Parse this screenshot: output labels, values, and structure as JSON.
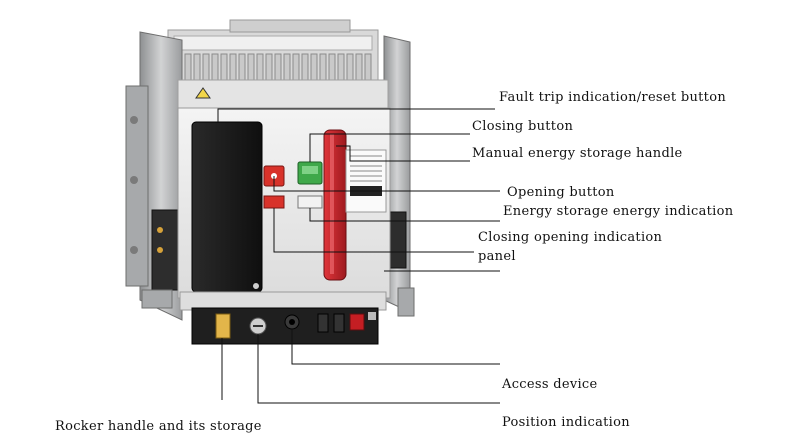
{
  "labels": {
    "fault_trip": "Fault trip indication/reset button",
    "closing_button": "Closing button",
    "manual_handle": "Manual energy storage handle",
    "opening_button": "Opening button",
    "energy_indication": "Energy storage energy indication",
    "closing_opening_line1": "Closing opening indication",
    "closing_opening_line2": "panel",
    "access_device": "Access device",
    "position_indication": "Position indication",
    "rocker_handle": "Rocker handle and its storage"
  },
  "colors": {
    "red_button": "#d8322a",
    "green_button": "#3fa84a",
    "handle_red": "#c4242a",
    "front_panel": "#ececec",
    "black_cover": "#1b1b1b",
    "frame_metal": "#b8b9ba"
  }
}
